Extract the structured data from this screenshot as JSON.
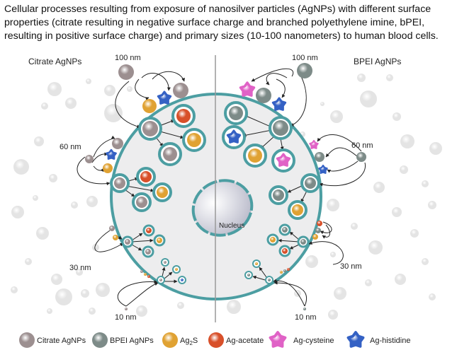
{
  "title": "Cellular processes resulting from exposure of nanosilver particles (AgNPs) with different surface properties (citrate resulting in negative surface charge and branched polyethylene imine, bPEI, resulting in positive surface charge) and primary sizes (10-100 nanometers) to human blood cells.",
  "sides": {
    "left": "Citrate AgNPs",
    "right": "BPEI AgNPs"
  },
  "sizes": {
    "s100": "100 nm",
    "s60": "60 nm",
    "s30": "30 nm",
    "s10": "10 nm"
  },
  "nucleus": "Nucleus",
  "legend": [
    {
      "label": "Citrate AgNPs",
      "icon": "citrate-particle"
    },
    {
      "label": "BPEI AgNPs",
      "icon": "bpei-particle"
    },
    {
      "label": "Ag",
      "sub": "2",
      "tail": "S",
      "icon": "ag2s-particle"
    },
    {
      "label": "Ag-acetate",
      "icon": "acetate-particle"
    },
    {
      "label": "Ag-cysteine",
      "icon": "cysteine-star"
    },
    {
      "label": "Ag-histidine",
      "icon": "histidine-star"
    }
  ],
  "colors": {
    "membrane": "#4c9ea2",
    "cell": "#ededee",
    "citrate": "#9c8f90",
    "bpei": "#7d8b88",
    "ag2s": "#e0a233",
    "acetate": "#d8502a",
    "cysteine": "#e062c6",
    "histidine": "#3461c4"
  }
}
